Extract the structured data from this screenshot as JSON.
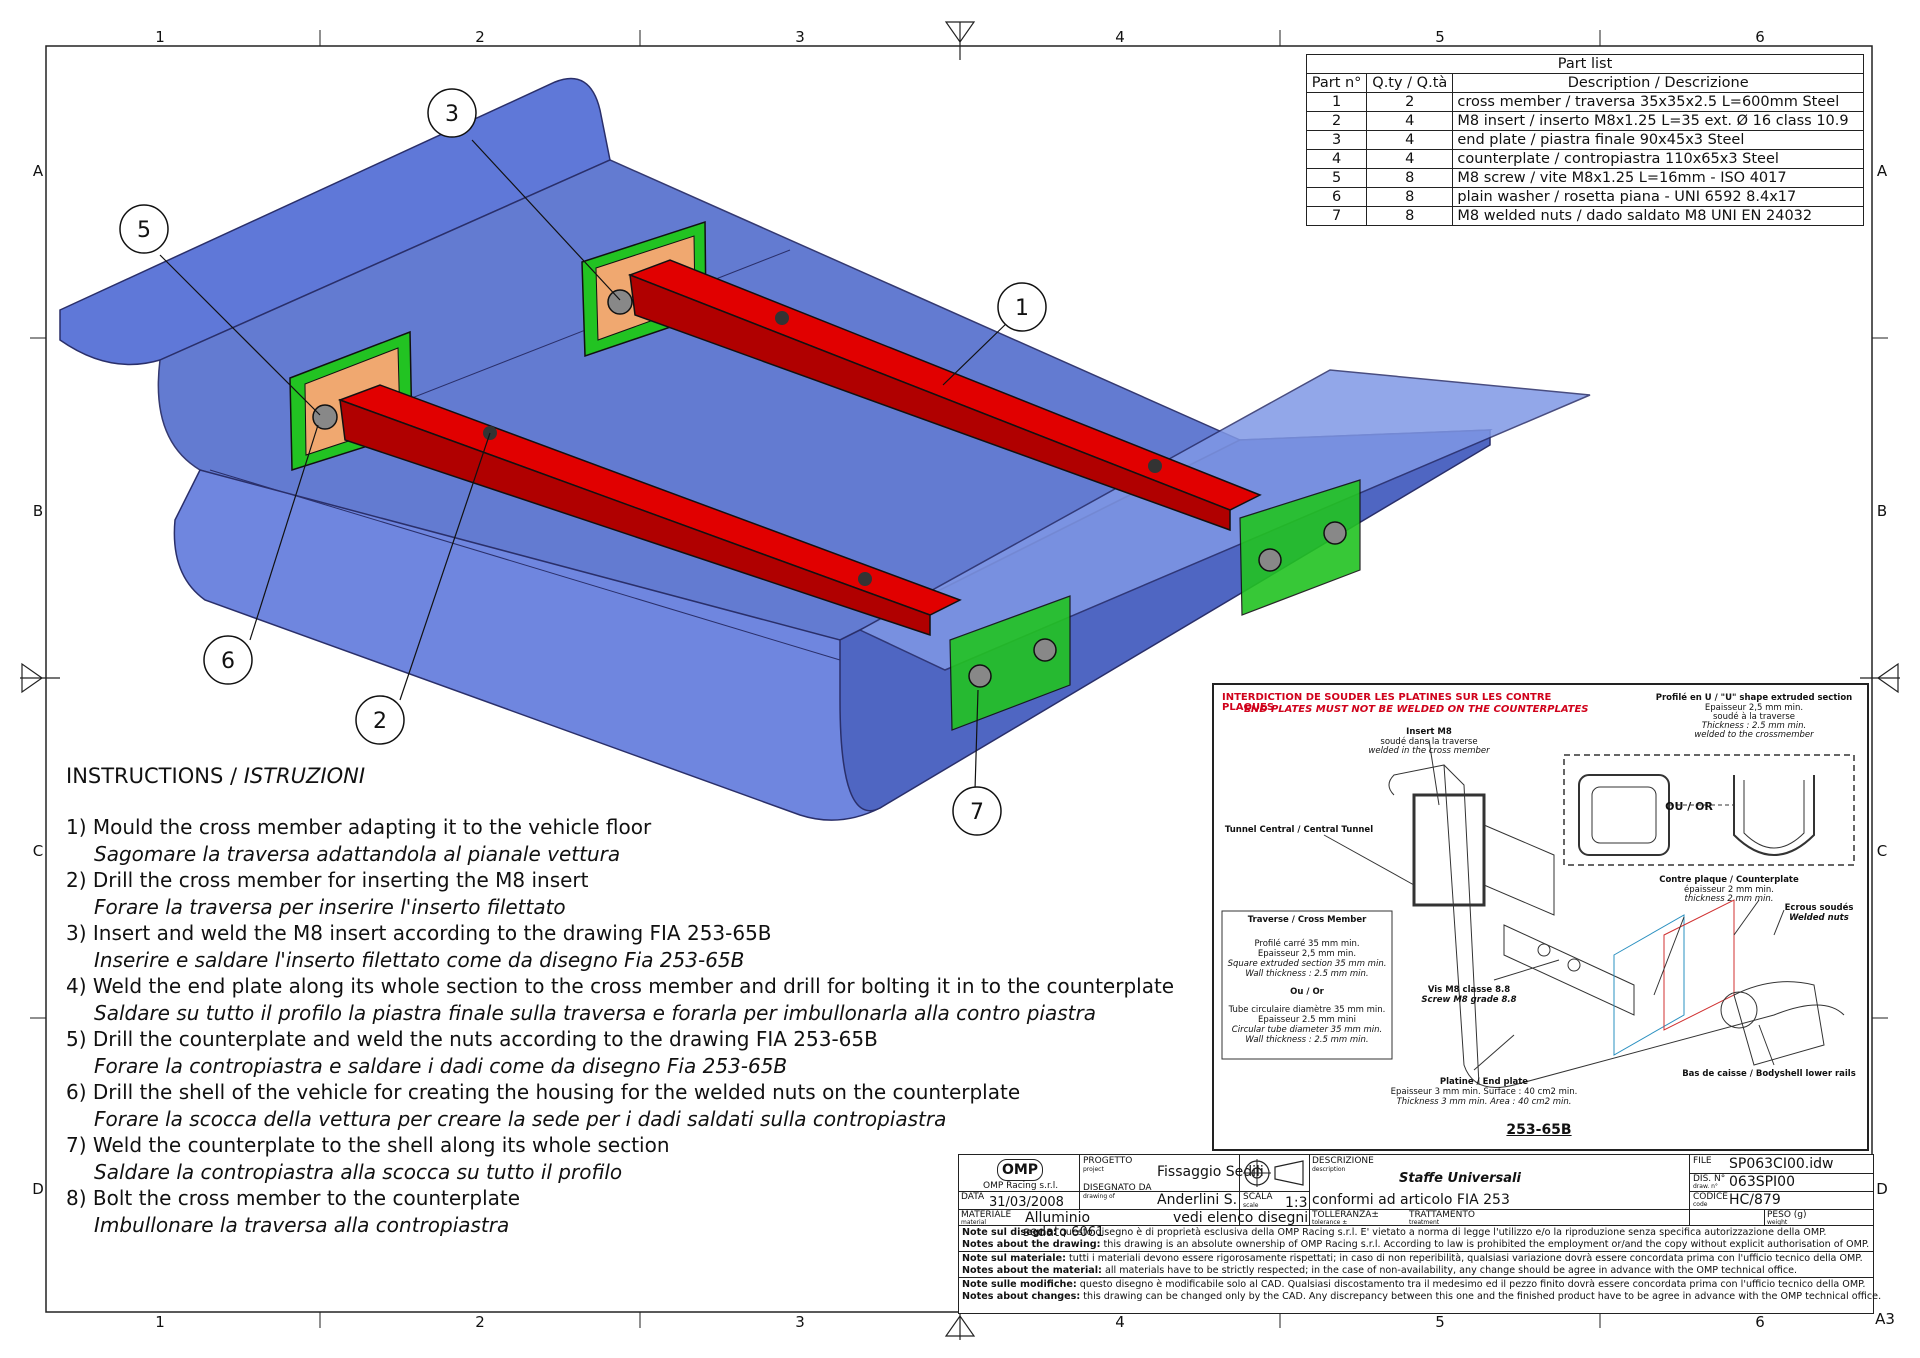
{
  "frame": {
    "col_labels": [
      "1",
      "2",
      "3",
      "4",
      "5",
      "6"
    ],
    "row_labels": [
      "A",
      "B",
      "C",
      "D"
    ],
    "sheet_size": "A3"
  },
  "callouts": [
    "1",
    "2",
    "3",
    "5",
    "6",
    "7"
  ],
  "parts_list": {
    "title": "Part list",
    "headers": [
      "Part n°",
      "Q.ty / Q.tà",
      "Description / Descrizione"
    ],
    "rows": [
      [
        "1",
        "2",
        "cross member / traversa 35x35x2.5 L=600mm Steel"
      ],
      [
        "2",
        "4",
        "M8 insert / inserto M8x1.25 L=35 ext. Ø 16 class 10.9"
      ],
      [
        "3",
        "4",
        "end plate / piastra finale 90x45x3 Steel"
      ],
      [
        "4",
        "4",
        "counterplate / contropiastra 110x65x3 Steel"
      ],
      [
        "5",
        "8",
        "M8 screw / vite M8x1.25 L=16mm - ISO 4017"
      ],
      [
        "6",
        "8",
        "plain washer / rosetta piana - UNI 6592 8.4x17"
      ],
      [
        "7",
        "8",
        "M8 welded nuts / dado saldato M8 UNI EN 24032"
      ]
    ]
  },
  "instructions": {
    "title_en": "INSTRUCTIONS / ",
    "title_it": "ISTRUZIONI",
    "steps": [
      {
        "en": "1) Mould the cross member adapting it to the vehicle floor",
        "it": "Sagomare la traversa adattandola al pianale vettura"
      },
      {
        "en": "2) Drill the cross member for inserting the M8 insert",
        "it": "Forare la traversa per inserire l'inserto filettato"
      },
      {
        "en": "3) Insert and weld the M8 insert according to the drawing FIA 253-65B",
        "it": "Inserire e saldare l'inserto filettato come da disegno Fia 253-65B"
      },
      {
        "en": "4) Weld the end plate along its whole section to the cross member and drill for bolting it in to the counterplate",
        "it": "Saldare su tutto il profilo la piastra finale sulla traversa e forarla per imbullonarla alla contro piastra"
      },
      {
        "en": "5) Drill the counterplate and weld the nuts according to the drawing FIA 253-65B",
        "it": "Forare la contropiastra e saldare i dadi come da disegno Fia 253-65B"
      },
      {
        "en": "6) Drill the shell of the vehicle for creating the housing for the welded nuts on the counterplate",
        "it": "Forare la scocca della vettura per creare la sede per i dadi saldati sulla contropiastra"
      },
      {
        "en": "7) Weld the counterplate to the shell along its whole section",
        "it": "Saldare la contropiastra alla scocca su tutto il profilo"
      },
      {
        "en": "8) Bolt the cross member to the counterplate",
        "it": "Imbullonare la traversa alla contropiastra"
      }
    ]
  },
  "inset": {
    "warn_fr": "INTERDICTION DE SOUDER LES PLATINES SUR LES CONTRE PLAQUES",
    "warn_en": "END PLATES MUST NOT BE WELDED ON THE COUNTERPLATES",
    "profile": "Profilé en U / \"U\" shape extruded section",
    "profile_sub1": "Epaisseur 2,5 mm min.",
    "profile_sub2": "soudé à la traverse",
    "profile_sub3": "Thickness : 2.5 mm min.",
    "profile_sub4": "welded to the crossmember",
    "insert": "Insert M8",
    "insert_sub1": "soudé dans la traverse",
    "insert_sub2": "welded in the cross member",
    "ou_or": "OU / OR",
    "tunnel": "Tunnel Central / Central Tunnel",
    "contre": "Contre plaque / Counterplate",
    "contre_sub1": "épaisseur 2 mm min.",
    "contre_sub2": "thickness 2 mm min.",
    "ecrous": "Ecrous soudés",
    "ecrous_sub": "Welded nuts",
    "traverse_title": "Traverse / Cross Member",
    "traverse_lines": [
      "Profilé carré 35 mm min.",
      "Epaisseur 2,5 mm min.",
      "Square extruded section 35 mm min.",
      "Wall thickness : 2.5 mm min.",
      "",
      "Ou / Or",
      "",
      "Tube circulaire diamètre 35 mm min.",
      "Epaisseur 2.5 mm mini",
      "Circular tube diameter 35 mm min.",
      "Wall thickness : 2.5 mm min."
    ],
    "vis": "Vis M8 classe 8.8",
    "vis_sub": "Screw M8 grade 8.8",
    "platine": "Platine / End plate",
    "platine_sub1": "Epaisseur 3 mm min. Surface : 40 cm2 min.",
    "platine_sub2": "Thickness 3 mm min. Area : 40 cm2 min.",
    "bas": "Bas de caisse / Bodyshell lower rails",
    "ref": "253-65B"
  },
  "title_block": {
    "logo": "OMP",
    "company": "OMP Racing s.r.l.",
    "progetto_label": "PROGETTO",
    "progetto_sub": "project",
    "progetto": "Fissaggio Sedili",
    "disegnato_label": "DISEGNATO DA",
    "disegnato_sub": "drawing of",
    "disegnato": "Anderlini S.",
    "data_label": "DATA",
    "data": "31/03/2008",
    "materiale_label": "MATERIALE",
    "materiale_sub": "material",
    "materiale": "Alluminio",
    "materiale2": "vedi elenco disegni",
    "overlap": "sedato 6061",
    "scala_label": "SCALA",
    "scala_sub": "scale",
    "scala": "1:3",
    "tolleranza_label": "TOLLERANZA±",
    "tolleranza_sub": "tolerance ±",
    "descrizione_label": "DESCRIZIONE",
    "descrizione_sub": "description",
    "descrizione1": "Staffe Universali",
    "descrizione2": "conformi ad articolo FIA 253",
    "trattamento_label": "TRATTAMENTO",
    "trattamento_sub": "treatment",
    "file_label": "FILE",
    "file": "SP063CI00.idw",
    "dis_label": "DIS. N°",
    "dis_sub": "draw. n°",
    "dis": "063SPI00",
    "codice_label": "CODICE",
    "codice_sub": "code",
    "codice": "HC/879",
    "peso_label": "PESO (g)",
    "peso_sub": "weight",
    "notes": [
      {
        "label": "Note sul disegno:",
        "text": " questo disegno è di proprietà esclusiva della OMP Racing s.r.l. E' vietato a norma di legge l'utilizzo e/o la riproduzione senza specifica autorizzazione della OMP."
      },
      {
        "label": "Notes about the drawing:",
        "text": " this drawing is an absolute ownership of OMP Racing s.r.l. According to law is prohibited the employment or/and the copy without explicit authorisation of OMP."
      },
      {
        "label": "Note sul materiale:",
        "text": " tutti i materiali devono essere rigorosamente rispettati; in caso di non reperibilità, qualsiasi variazione dovrà essere concordata prima con l'ufficio tecnico della OMP."
      },
      {
        "label": "Notes about the material:",
        "text": " all materials have to be strictly respected; in the case of non-availability, any change should be agree in advance with the OMP technical office."
      },
      {
        "label": "Note sulle modifiche:",
        "text": " questo disegno è modificabile solo al CAD. Qualsiasi discostamento tra il medesimo ed il pezzo finito dovrà essere concordata prima con l'ufficio tecnico della OMP."
      },
      {
        "label": "Notes about changes:",
        "text": " this drawing can be changed only by the CAD. Any discrepancy between this one and the finished product have to be agree in advance with the OMP technical office."
      }
    ]
  }
}
